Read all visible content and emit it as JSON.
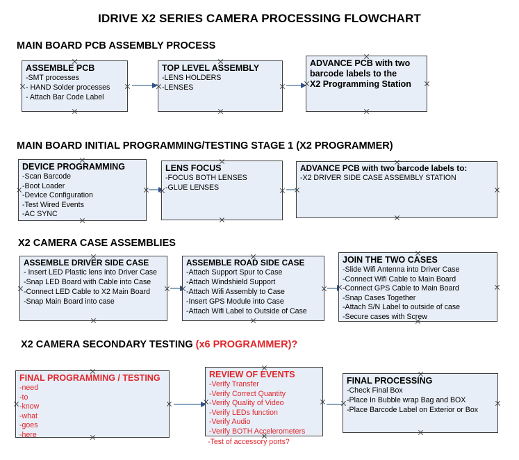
{
  "title": "IDRIVE X2  SERIES CAMERA PROCESSING FLOWCHART",
  "colors": {
    "box_fill": "#e8eef7",
    "box_border": "#404040",
    "red_text": "#e0262b",
    "arrow_line": "#8ba6bf",
    "arrow_head": "#30528c",
    "text": "#000000"
  },
  "sections": [
    {
      "header": "MAIN BOARD PCB ASSEMBLY PROCESS",
      "header_note": "",
      "boxes": [
        {
          "title": "ASSEMBLE PCB",
          "lines": [
            "-SMT processes",
            "- HAND Solder processes",
            "- Attach Bar Code Label"
          ]
        },
        {
          "title": "TOP LEVEL ASSEMBLY",
          "lines": [
            "-LENS HOLDERS",
            "-LENSES"
          ]
        },
        {
          "title": "ADVANCE PCB with two",
          "lines": [
            "barcode labels to the",
            " X2 Programming Station"
          ]
        }
      ]
    },
    {
      "header": "MAIN BOARD INITIAL PROGRAMMING/TESTING STAGE 1 (X2 PROGRAMMER)",
      "header_note": "",
      "boxes": [
        {
          "title": "DEVICE PROGRAMMING",
          "lines": [
            "-Scan Barcode",
            "-Boot Loader",
            "-Device Configuration",
            "-Test Wired Events",
            "-AC SYNC"
          ]
        },
        {
          "title": "LENS FOCUS",
          "lines": [
            "-FOCUS BOTH LENSES",
            "-GLUE LENSES"
          ]
        },
        {
          "title": "ADVANCE PCB with two barcode labels to:",
          "lines": [
            "-X2 DRIVER  SIDE  CASE  ASSEMBLY STATION"
          ]
        }
      ]
    },
    {
      "header": "X2 CAMERA CASE ASSEMBLIES",
      "header_note": "",
      "boxes": [
        {
          "title": "ASSEMBLE DRIVER SIDE CASE",
          "lines": [
            "- Insert LED Plastic lens into Driver Case",
            "-Snap LED Board with Cable into Case",
            "-Connect LED Cable to X2 Main Board",
            "-Snap Main Board into case"
          ]
        },
        {
          "title": "ASSEMBLE ROAD SIDE CASE",
          "lines": [
            "-Attach Support Spur to Case",
            "-Attach Windshield Support",
            "-Attach Wifi Assembly to Case",
            "-Insert GPS Module into Case",
            "-Attach Wifi Label to Outside of Case"
          ]
        },
        {
          "title": "JOIN THE TWO CASES",
          "lines": [
            "-Slide Wifi Antenna into Driver Case",
            "-Connect Wifi Cable to Main Board",
            "-Connect GPS Cable to Main Board",
            "-Snap Cases Together",
            "-Attach S/N Label to outside of case",
            "-Secure cases with Screw"
          ]
        }
      ]
    },
    {
      "header": "X2 CAMERA SECONDARY TESTING ",
      "header_note": "(x6 PROGRAMMER)?",
      "boxes": [
        {
          "title": "FINAL PROGRAMMING / TESTING",
          "lines": [
            "-need",
            "-to",
            "-know",
            "-what",
            "-goes",
            "-here"
          ]
        },
        {
          "title": "REVIEW OF EVENTS",
          "lines": [
            "-Verify Transfer",
            "-Verify Correct Quantity",
            "-Verify Quality of Video",
            "-Verify LEDs function",
            "-Verify Audio",
            "-Verify BOTH Accelerometers"
          ],
          "overflow_line": "-Test of accessory ports?"
        },
        {
          "title": "FINAL PROCESSING",
          "lines": [
            " -Check Final Box",
            "-Place In Bubble wrap Bag and BOX",
            "-Place Barcode Label on Exterior or Box"
          ]
        }
      ]
    }
  ]
}
